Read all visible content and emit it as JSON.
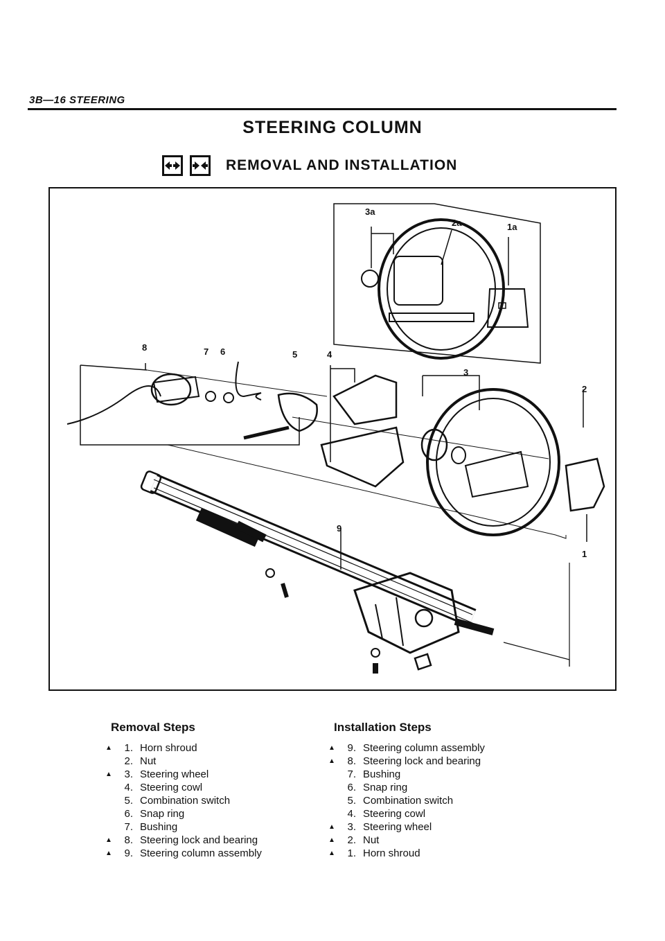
{
  "header": {
    "section": "3B—16 STEERING"
  },
  "title": "STEERING COLUMN",
  "subtitle": "REMOVAL AND INSTALLATION",
  "icons": [
    "disassemble-arrows-icon",
    "assemble-arrows-icon"
  ],
  "callouts": {
    "c3a": "3a",
    "c2a": "2a",
    "c1a": "1a",
    "c8": "8",
    "c7": "7",
    "c6": "6",
    "c5": "5",
    "c4": "4",
    "c3": "3",
    "c2": "2",
    "c9": "9",
    "c1": "1"
  },
  "removal": {
    "heading": "Removal Steps",
    "items": [
      {
        "mark": "▲",
        "num": "1.",
        "label": "Horn shroud"
      },
      {
        "mark": "",
        "num": "2.",
        "label": "Nut"
      },
      {
        "mark": "▲",
        "num": "3.",
        "label": "Steering wheel"
      },
      {
        "mark": "",
        "num": "4.",
        "label": "Steering cowl"
      },
      {
        "mark": "",
        "num": "5.",
        "label": "Combination switch"
      },
      {
        "mark": "",
        "num": "6.",
        "label": "Snap ring"
      },
      {
        "mark": "",
        "num": "7.",
        "label": "Bushing"
      },
      {
        "mark": "▲",
        "num": "8.",
        "label": "Steering lock and bearing"
      },
      {
        "mark": "▲",
        "num": "9.",
        "label": "Steering column assembly"
      }
    ]
  },
  "installation": {
    "heading": "Installation Steps",
    "items": [
      {
        "mark": "▲",
        "num": "9.",
        "label": "Steering column assembly"
      },
      {
        "mark": "▲",
        "num": "8.",
        "label": "Steering lock and bearing"
      },
      {
        "mark": "",
        "num": "7.",
        "label": "Bushing"
      },
      {
        "mark": "",
        "num": "6.",
        "label": "Snap ring"
      },
      {
        "mark": "",
        "num": "5.",
        "label": "Combination switch"
      },
      {
        "mark": "",
        "num": "4.",
        "label": "Steering cowl"
      },
      {
        "mark": "▲",
        "num": "3.",
        "label": "Steering wheel"
      },
      {
        "mark": "▲",
        "num": "2.",
        "label": "Nut"
      },
      {
        "mark": "▲",
        "num": "1.",
        "label": "Horn shroud"
      }
    ]
  }
}
